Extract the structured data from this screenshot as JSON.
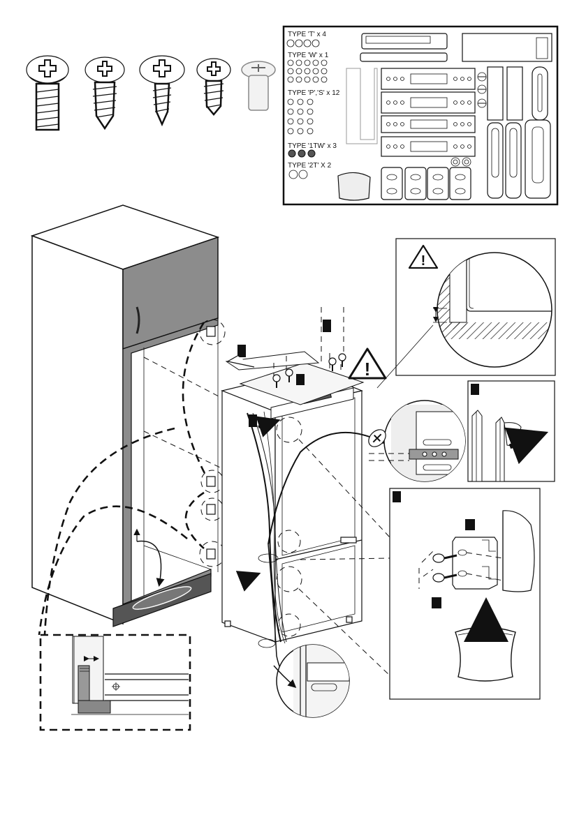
{
  "screw_types": [
    {
      "label": "TYPE 'T' x 4"
    },
    {
      "label": "TYPE 'W' x 1"
    },
    {
      "label": "TYPE 'P','S' x 12"
    },
    {
      "label": "TYPE '1TW' x 3"
    },
    {
      "label": "TYPE '2T' X 2"
    }
  ],
  "warning_symbol": "!",
  "icons": [
    "warning-triangle-icon",
    "arrow-icon",
    "screw-icon",
    "magnifier-callout-icon"
  ],
  "colors": {
    "cabinet_door": "#8c8c8c",
    "cabinet_plinth": "#555555",
    "line": "#111111"
  }
}
